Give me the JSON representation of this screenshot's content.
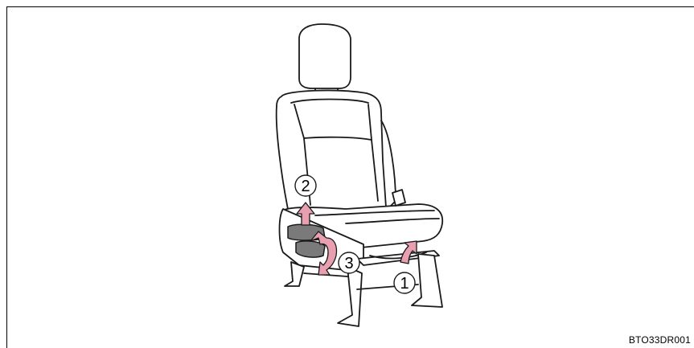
{
  "figure": {
    "description_code": "BTO33DR001",
    "callouts": [
      {
        "id": "1",
        "label": "1"
      },
      {
        "id": "2",
        "label": "2"
      },
      {
        "id": "3",
        "label": "3"
      }
    ]
  },
  "colors": {
    "arrow": "#e8a0b0",
    "line": "#1a1a1a",
    "seat_fill": "#ffffff",
    "control_fill": "#7a7a7a"
  }
}
